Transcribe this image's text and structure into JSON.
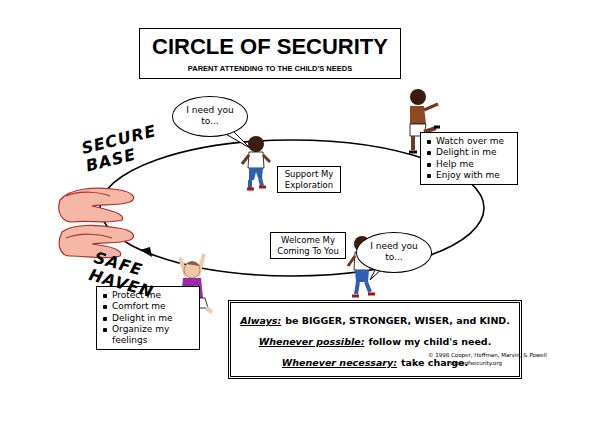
{
  "diagram": {
    "nodes": [
      {
        "text": [
          "CIRCLE OF SECURITY",
          "PARENT ATTENDING TO THE CHILD'S NEEDS"
        ]
      },
      {
        "text": [
          "I need you to..."
        ]
      },
      {
        "text": [
          "Support My Exploration"
        ]
      },
      {
        "text": [
          "Watch over me",
          "Delight in me",
          "Help me",
          "Enjoy with me"
        ]
      },
      {
        "text": [
          "I need you to..."
        ]
      },
      {
        "text": [
          "Welcome My Coming To You"
        ]
      },
      {
        "text": [
          "Protect me",
          "Comfort me",
          "Delight in me",
          "Organize my feelings"
        ]
      },
      {
        "text": [
          "Always:",
          "be BIGGER, STRONGER, WISER, and KIND.",
          "Whenever possible:",
          "follow my child's need.",
          "Whenever necessary:",
          "take charge."
        ]
      }
    ],
    "labels": [
      "SECURE BASE",
      "SAFE HAVEN",
      "© 1998 Cooper, Hoffman, Marvin, & Powell",
      "circleofsecurity.org"
    ]
  }
}
